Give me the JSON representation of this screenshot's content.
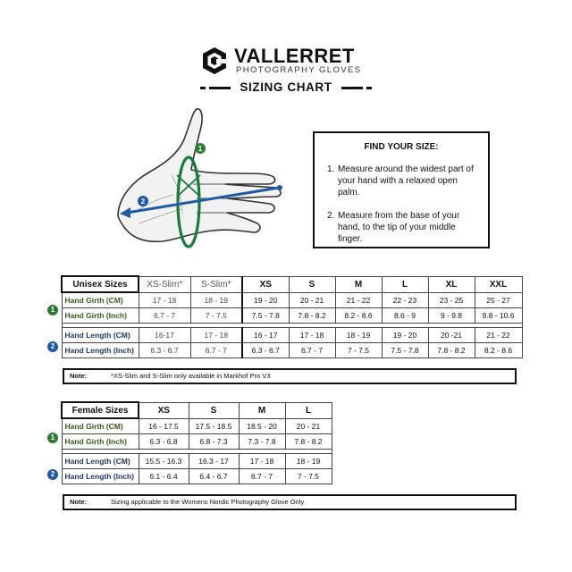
{
  "brand": {
    "name": "VALLERRET",
    "tagline": "PHOTOGRAPHY GLOVES",
    "heading": "SIZING CHART"
  },
  "hand_diagram": {
    "marker_girth": "1",
    "marker_length": "2",
    "girth_color": "#1b7a3a",
    "length_color": "#1f5aa6"
  },
  "find_size": {
    "title": "FIND YOUR SIZE:",
    "steps": [
      {
        "num": "1.",
        "text": "Measure around the widest part of your hand with a relaxed open palm."
      },
      {
        "num": "2.",
        "text": "Measure from the base of your hand, to the tip of your middle finger."
      }
    ]
  },
  "unisex": {
    "name": "Unisex Sizes",
    "sizes": [
      "XS-Slim*",
      "S-Slim*",
      "XS",
      "S",
      "M",
      "L",
      "XL",
      "XXL"
    ],
    "rows": [
      {
        "label": "Hand Girth (CM)",
        "values": [
          "17 - 18",
          "18 - 19",
          "19 - 20",
          "20 - 21",
          "21 - 22",
          "22 - 23",
          "23 - 25",
          "25 - 27"
        ]
      },
      {
        "label": "Hand Girth (Inch)",
        "values": [
          "6.7 - 7",
          "7 - 7.5",
          "7.5 - 7.8",
          "7.8 - 8.2",
          "8.2 - 8.6",
          "8.6 - 9",
          "9 - 9.8",
          "9.8 - 10.6"
        ]
      },
      {
        "label": "Hand Length (CM)",
        "values": [
          "16-17",
          "17 - 18",
          "16 - 17",
          "17 - 18",
          "18 - 19",
          "19 - 20",
          "20 -21",
          "21 - 22"
        ]
      },
      {
        "label": "Hand Length (Inch)",
        "values": [
          "6.3 - 6.7",
          "6.7 - 7",
          "6.3 - 6.7",
          "6.7 - 7",
          "7 - 7.5",
          "7.5 - 7.8",
          "7.8 - 8.2",
          "8.2 - 8.6"
        ]
      }
    ],
    "note_label": "Note:",
    "note_text": "*XS-Slim and S-Slim only available in Markhof Pro V3"
  },
  "female": {
    "name": "Female Sizes",
    "sizes": [
      "XS",
      "S",
      "M",
      "L"
    ],
    "rows": [
      {
        "label": "Hand Girth (CM)",
        "values": [
          "16 - 17.5",
          "17.5 - 18.5",
          "18.5 - 20",
          "20 - 21"
        ]
      },
      {
        "label": "Hand Girth (Inch)",
        "values": [
          "6.3 - 6.8",
          "6.8 - 7.3",
          "7.3 - 7.8",
          "7.8 - 8.2"
        ]
      },
      {
        "label": "Hand Length (CM)",
        "values": [
          "15.5 - 16.3",
          "16.3 - 17",
          "17 - 18",
          "18 - 19"
        ]
      },
      {
        "label": "Hand Length (Inch)",
        "values": [
          "6.1 - 6.4",
          "6.4 - 6.7",
          "6.7 - 7",
          "7 - 7.5"
        ]
      }
    ],
    "note_label": "Note:",
    "note_text": "Sizing applicable to the Womens Nordic Photography Glove Only"
  }
}
